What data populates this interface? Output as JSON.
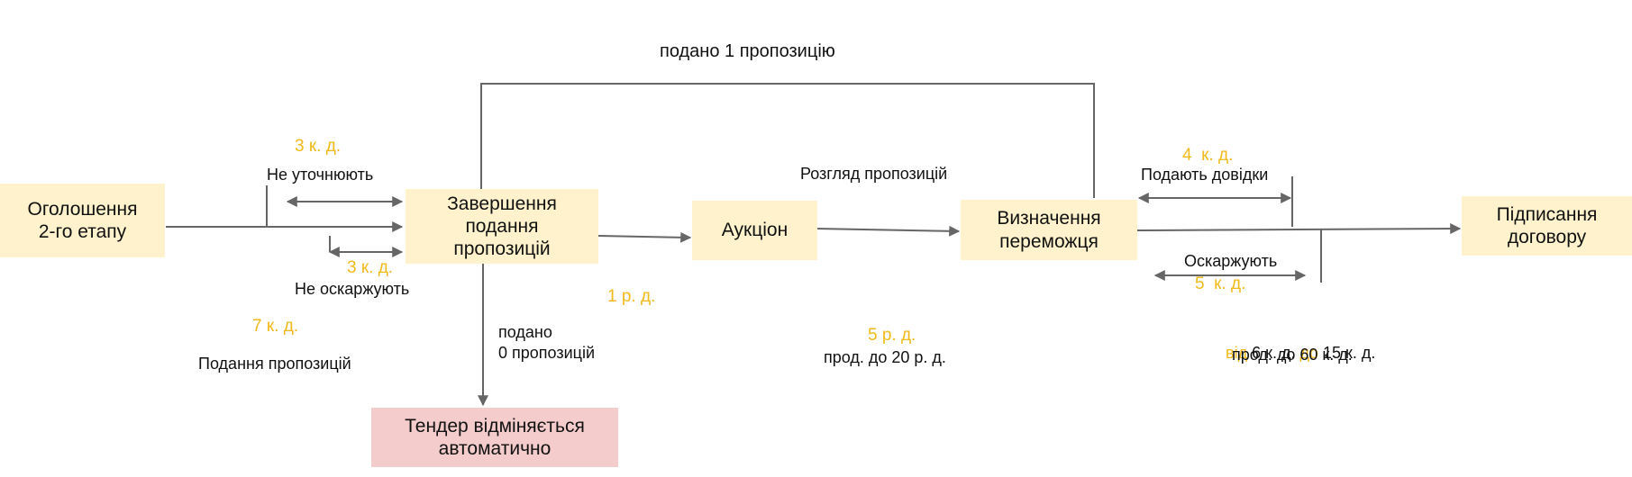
{
  "nodes": {
    "announce": [
      "Оголошення",
      "2-го етапу"
    ],
    "submission_end": [
      "Завершення",
      "подання",
      "пропозицій"
    ],
    "auction": [
      "Аукціон"
    ],
    "winner": [
      "Визначення",
      "переможця"
    ],
    "signing": [
      "Підписання",
      "договору"
    ],
    "cancel": [
      "Тендер відміняється",
      "автоматично"
    ]
  },
  "labels": {
    "one_proposal": "подано 1 пропозицію",
    "clarify_days": "3 к. д.",
    "no_clarify": "Не уточнюють",
    "appeal_days": "3 к. д.",
    "no_appeal": "Не оскаржують",
    "submission_days": "7 к. д.",
    "submission": "Подання пропозицій",
    "zero_proposals": [
      "подано",
      "0 пропозицій"
    ],
    "auction_days": "1 р. д.",
    "review": "Розгляд пропозицій",
    "review_days": "5 р. д.",
    "review_ext": "прод. до 20 р. д.",
    "certs_days": "4  к. д.",
    "certs": "Подають довідки",
    "appeal2": "Оскаржують",
    "appeal2_days": "5  к. д.",
    "sign_from": "від",
    "sign_from_val": " 6 к. д. ",
    "sign_to": "до",
    "sign_to_val": " 15 к. д.",
    "sign_ext": "прод. до 60 к. д."
  },
  "colors": {
    "node_fill": "#fff2cc",
    "cancel_fill": "#f4cccc",
    "duration_text": "#f1b91a",
    "arrow": "#666666"
  }
}
